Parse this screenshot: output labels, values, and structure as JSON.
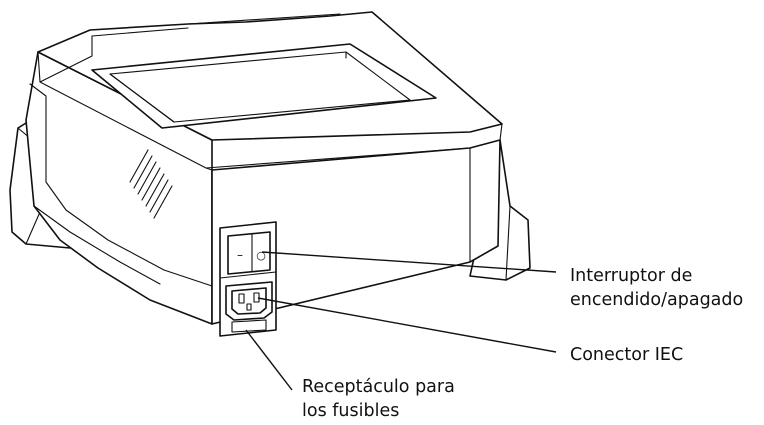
{
  "labels": {
    "switch_line1": "Interruptor de",
    "switch_line2": "encendido/apagado",
    "iec": "Conector IEC",
    "fuse_line1": "Receptáculo para",
    "fuse_line2": "los fusibles"
  },
  "switch_marks": {
    "off": "–",
    "on": "○"
  }
}
